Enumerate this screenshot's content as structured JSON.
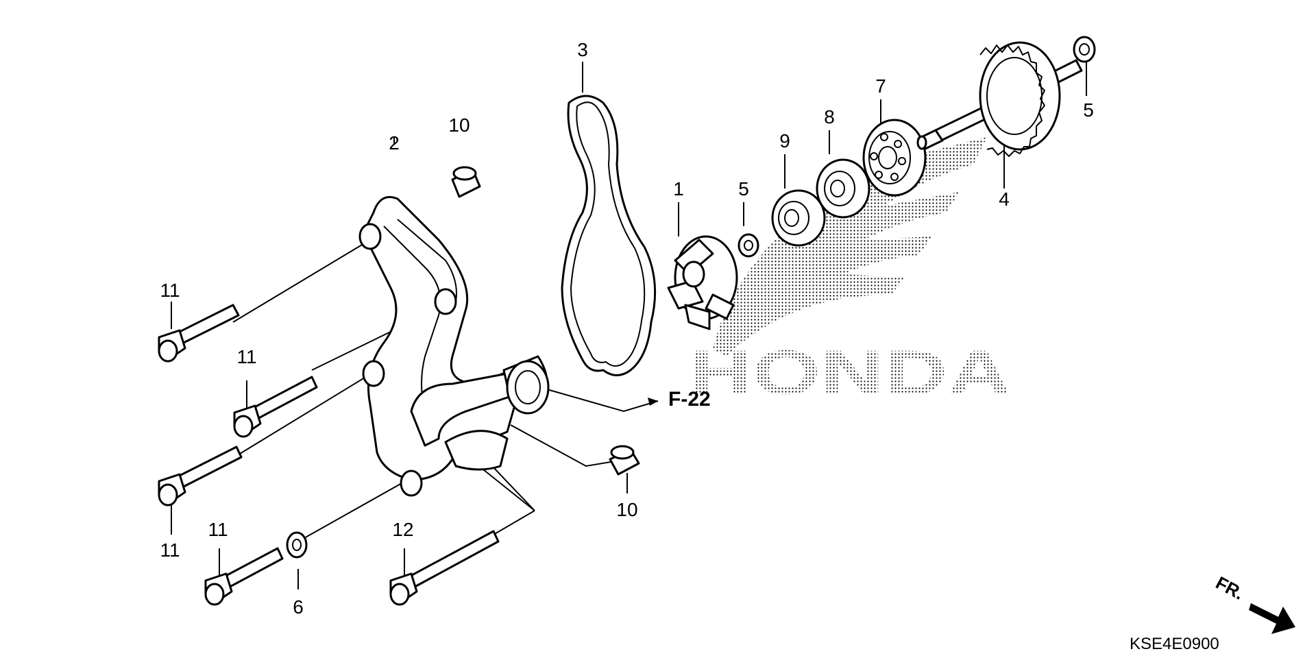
{
  "diagram": {
    "watermark": "HONDA",
    "reference": "F-22",
    "code": "KSE4E0900",
    "front_indicator": "FR.",
    "callouts": {
      "c1": "1",
      "c2": "2",
      "c3": "3",
      "c4": "4",
      "c5a": "5",
      "c5b": "5",
      "c6": "6",
      "c7": "7",
      "c8": "8",
      "c9": "9",
      "c10a": "10",
      "c10b": "10",
      "c11a": "11",
      "c11b": "11",
      "c11c": "11",
      "c11d": "11",
      "c12": "12"
    }
  }
}
